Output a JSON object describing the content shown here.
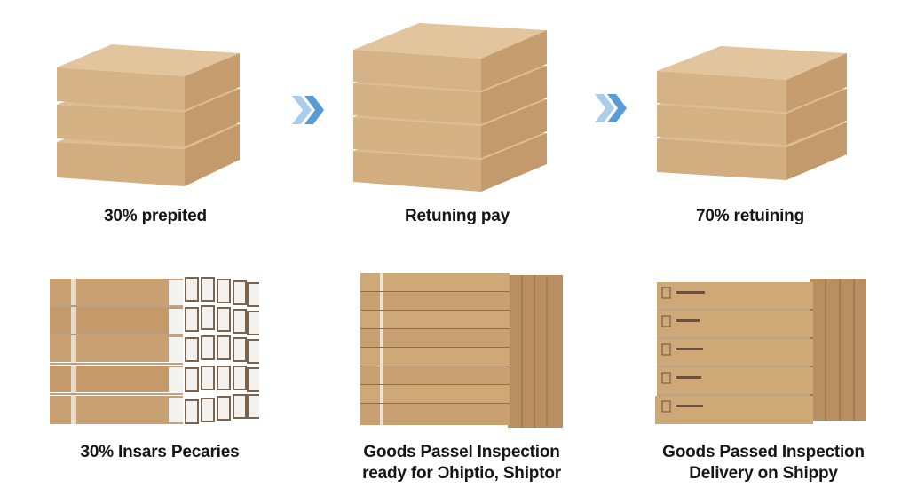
{
  "diagram": {
    "type": "process-flow",
    "colors": {
      "kraft_light": "#d9b88e",
      "kraft_mid": "#c9a274",
      "kraft_dark": "#b98e60",
      "arrow_light": "#a9cdea",
      "arrow_dark": "#5b9bd5",
      "label_text": "#151515"
    },
    "top_row": [
      {
        "label": "30% prepited",
        "image": "stack-of-3-kraft-boxes"
      },
      {
        "label": "Retuning pay",
        "image": "stack-of-4-kraft-boxes"
      },
      {
        "label": "70% retuining",
        "image": "stack-of-3-kraft-boxes"
      }
    ],
    "arrows": [
      {
        "icon": "double-chevron-right-icon"
      },
      {
        "icon": "double-chevron-right-icon"
      }
    ],
    "bottom_row": [
      {
        "label": "30% Insars Pecaries",
        "image": "pallet-of-long-boxes-white-labels"
      },
      {
        "label_line1": "Goods Passel Inspection",
        "label_line2": "ready for Ɔhiptio, Shiptor",
        "image": "pallet-of-long-boxes-strapped"
      },
      {
        "label_line1": "Goods Passed Inspection",
        "label_line2": "Delivery on Shippy",
        "image": "pallet-of-long-boxes-printed-labels"
      }
    ]
  }
}
